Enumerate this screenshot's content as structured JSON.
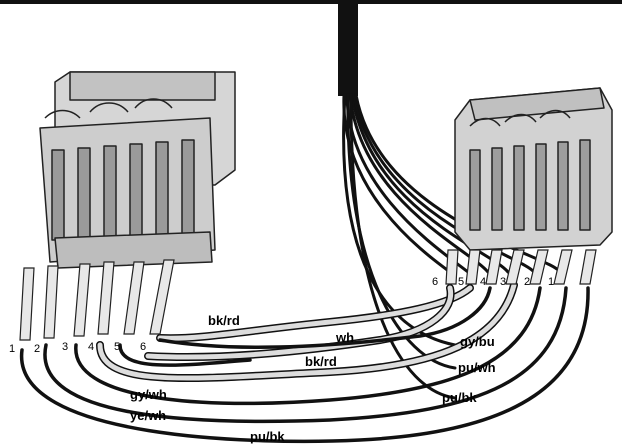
{
  "colors": {
    "wire_black": "#111111",
    "wire_light": "#d8d8d8",
    "connector_fill": "#cfcfcf",
    "connector_dark": "#a9a9a9",
    "outline": "#222222"
  },
  "left_connector": {
    "pins": [
      "1",
      "2",
      "3",
      "4",
      "5",
      "6"
    ]
  },
  "right_connector": {
    "pins": [
      "6",
      "5",
      "4",
      "3",
      "2",
      "1"
    ]
  },
  "wires": {
    "bk_rd_upper": "bk/rd",
    "wh": "wh",
    "bk_rd_lower": "bk/rd",
    "gy_bu": "gy/bu",
    "pu_wh": "pu/wh",
    "pu_bk_right": "pu/bk",
    "gy_wh": "gy/wh",
    "ye_wh": "ye/wh",
    "pu_bk_bottom": "pu/bk"
  }
}
